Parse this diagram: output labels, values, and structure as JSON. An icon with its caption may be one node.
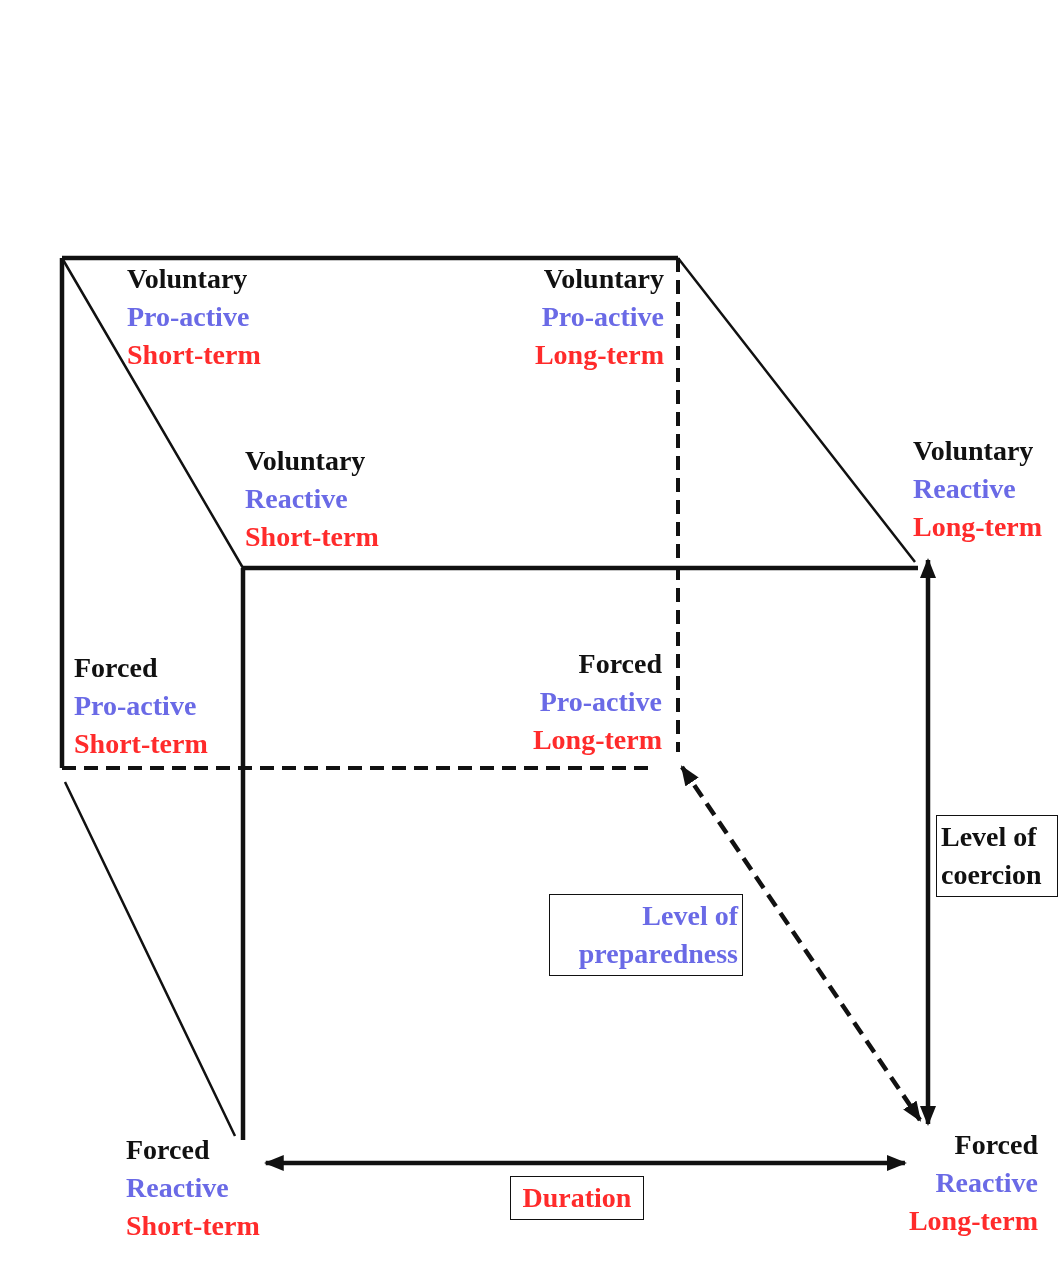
{
  "diagram": {
    "nodes": [
      {
        "text": [
          "Voluntary",
          "Pro-active",
          "Short-term"
        ]
      },
      {
        "text": [
          "Voluntary",
          "Pro-active",
          "Long-term"
        ]
      },
      {
        "text": [
          "Voluntary",
          "Reactive",
          "Short-term"
        ]
      },
      {
        "text": [
          "Voluntary",
          "Reactive",
          "Long-term"
        ]
      },
      {
        "text": [
          "Forced",
          "Pro-active",
          "Short-term"
        ]
      },
      {
        "text": [
          "Forced",
          "Pro-active",
          "Long-term"
        ]
      },
      {
        "text": [
          "Forced",
          "Reactive",
          "Short-term"
        ]
      },
      {
        "text": [
          "Forced",
          "Reactive",
          "Long-term"
        ]
      }
    ],
    "edges": [
      {
        "from": 6,
        "to": 7,
        "arrow": "both",
        "label": "Duration"
      },
      {
        "from": 3,
        "to": 7,
        "arrow": "both",
        "label": "Level of coercion"
      },
      {
        "from": 5,
        "to": 7,
        "arrow": "both",
        "style": "dashed",
        "label": "Level of preparedness"
      }
    ]
  }
}
